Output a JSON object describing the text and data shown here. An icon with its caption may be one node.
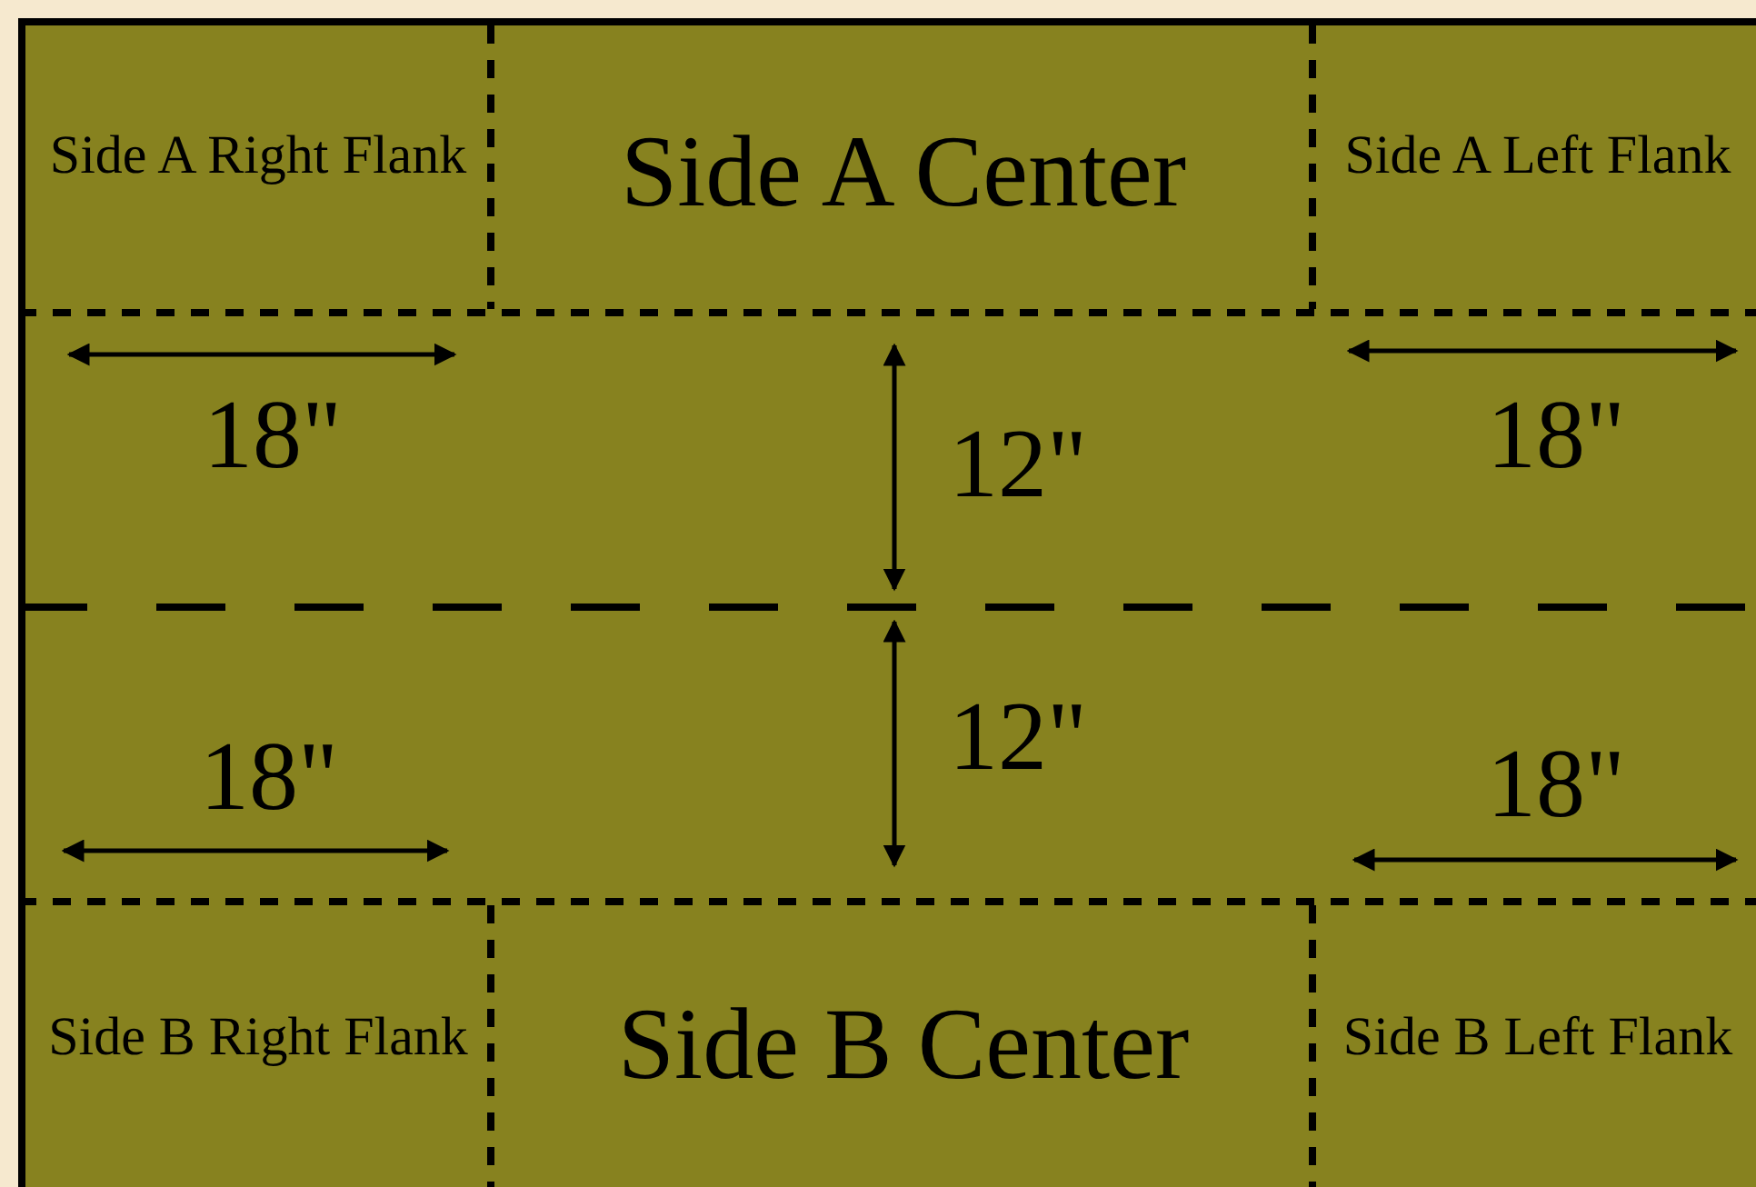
{
  "diagram": {
    "nodes": [
      {
        "text": [
          "Side A Right Flank"
        ]
      },
      {
        "text": [
          "Side A Center"
        ]
      },
      {
        "text": [
          "Side A Left Flank"
        ]
      },
      {
        "text": [
          "Side B Right Flank"
        ]
      },
      {
        "text": [
          "Side B Center"
        ]
      },
      {
        "text": [
          "Side B Left Flank"
        ]
      }
    ],
    "labels": [
      "18\"",
      "12\"",
      "18\"",
      "18\"",
      "12\"",
      "18\""
    ]
  }
}
